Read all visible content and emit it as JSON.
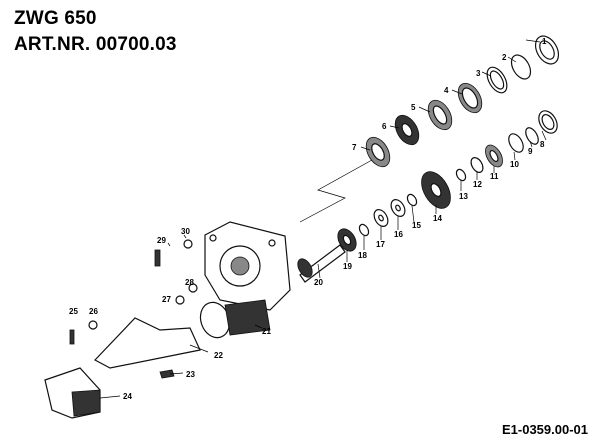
{
  "header": {
    "title": "ZWG 650",
    "article": "ART.NR. 00700.03"
  },
  "reference_code": "E1-0359.00-01",
  "part_labels": [
    "1",
    "2",
    "3",
    "4",
    "5",
    "6",
    "7",
    "8",
    "9",
    "10",
    "11",
    "12",
    "13",
    "14",
    "15",
    "16",
    "17",
    "18",
    "19",
    "20",
    "21",
    "22",
    "23",
    "24",
    "25",
    "26",
    "27",
    "28",
    "29",
    "30"
  ]
}
